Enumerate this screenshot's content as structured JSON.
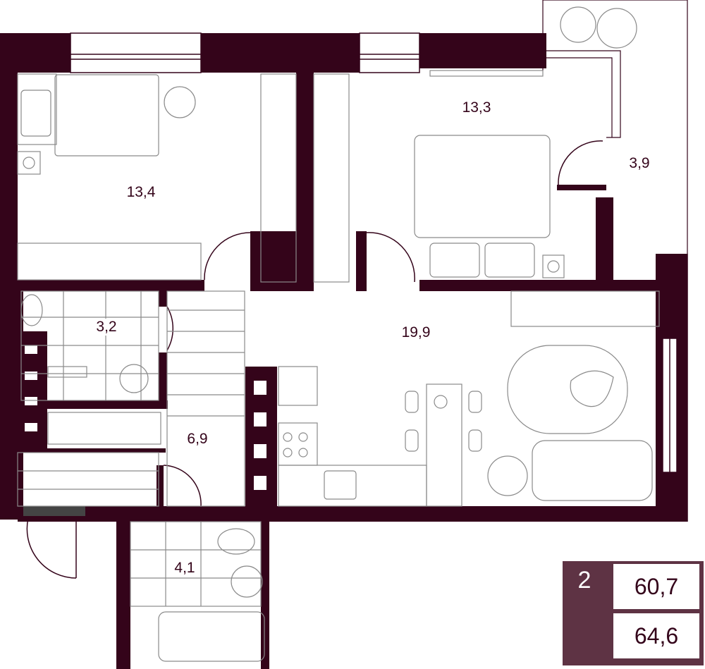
{
  "rooms": [
    {
      "name": "bedroom-1",
      "area": "13,4"
    },
    {
      "name": "bedroom-2",
      "area": "13,3"
    },
    {
      "name": "balcony",
      "area": "3,9"
    },
    {
      "name": "bathroom-1",
      "area": "3,2"
    },
    {
      "name": "living-kitchen",
      "area": "19,9"
    },
    {
      "name": "hallway",
      "area": "6,9"
    },
    {
      "name": "bathroom-2",
      "area": "4,1"
    }
  ],
  "summary": {
    "room_count": "2",
    "living_area": "60,7",
    "total_area": "64,6"
  },
  "colors": {
    "wall": "#34041a",
    "info_box": "#5e3344"
  }
}
